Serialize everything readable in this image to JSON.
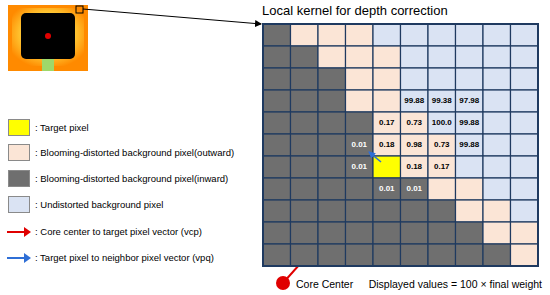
{
  "diagram": {
    "title": "Local kernel for depth correction",
    "labels": [
      "99.88",
      "99.38",
      "97.98",
      "0.17",
      "0.73",
      "100.0",
      "99.88",
      "0.01",
      "0.18",
      "0.98",
      "0.73",
      "99.88",
      "0.01",
      "0.18",
      "0.17",
      "0.01",
      "0.01",
      "Core Center",
      "Displayed values = 100 × final weight"
    ],
    "legend": [
      {
        "text": ": Target pixel",
        "color": "#ffff00"
      },
      {
        "text": ": Blooming-distorted background pixel(outward)",
        "color": "#fbe5d6"
      },
      {
        "text": ": Blooming-distorted background pixel(inward)",
        "color": "#6f6f6f"
      },
      {
        "text": ": Undistorted background pixel",
        "color": "#dae3f3"
      },
      {
        "text": ": Core center to target pixel vector (vcp)"
      },
      {
        "text": ": Target pixel to neighbor pixel vector (vpq)"
      }
    ]
  }
}
